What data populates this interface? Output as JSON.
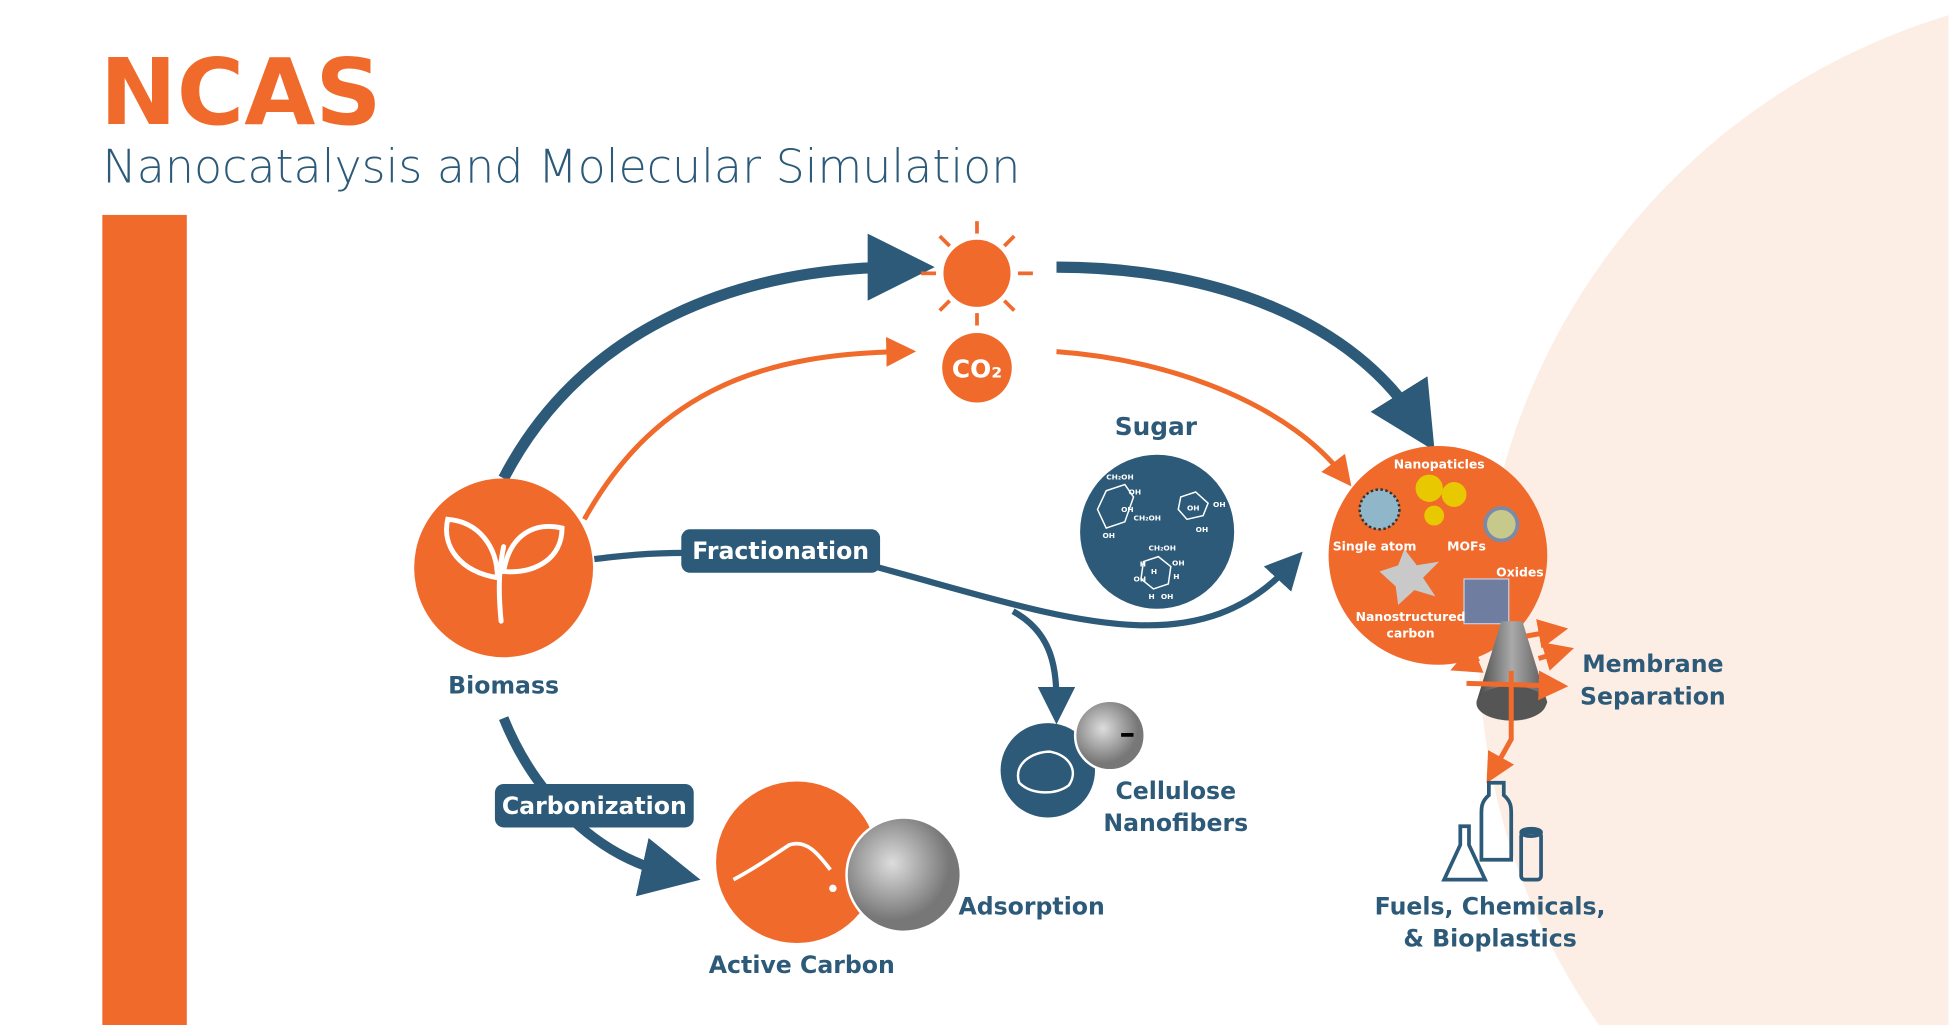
{
  "header": {
    "title": "NCAS",
    "subtitle": "Nanocatalysis and Molecular Simulation"
  },
  "colors": {
    "orange": "#F06A2C",
    "navy": "#2C5A78",
    "peach": "#FDEEE5"
  },
  "nodes": {
    "biomass": "Biomass",
    "sugar": "Sugar",
    "co2": "CO₂",
    "fractionation": "Fractionation",
    "carbonization": "Carbonization",
    "cellulose": [
      "Cellulose",
      "Nanofibers"
    ],
    "adsorption": "Adsorption",
    "active_carbon": "Active Carbon",
    "membrane": [
      "Membrane",
      "Separation"
    ],
    "products": [
      "Fuels, Chemicals,",
      "& Bioplastics"
    ]
  },
  "catalysts": {
    "nanoparticles": "Nanopaticles",
    "single_atom": "Single atom",
    "mofs": "MOFs",
    "oxides": "Oxides",
    "nanostructured_carbon": [
      "Nanostructured",
      "carbon"
    ]
  },
  "sugar_molecules": {
    "labels": [
      "CH₂OH",
      "OH",
      "OH",
      "CH₂OH",
      "OH",
      "OH",
      "OH",
      "OH",
      "CH₂OH",
      "OH",
      "OH",
      "OH",
      "H",
      "H",
      "H",
      "H"
    ]
  },
  "icons": [
    "sun-icon",
    "sprout-icon",
    "bottles-icon",
    "membrane-cone-icon"
  ]
}
